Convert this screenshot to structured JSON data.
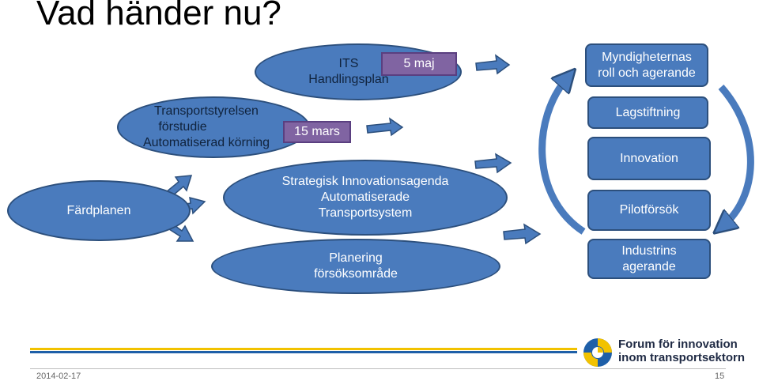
{
  "title": "Vad händer nu?",
  "nodes": {
    "fardplanen": "Färdplanen",
    "transportstyrelsen": [
      "Transportstyrelsen",
      "förstudie",
      "Automatiserad körning"
    ],
    "its": [
      "ITS",
      "Handlingsplan"
    ],
    "strategisk": [
      "Strategisk Innovationsagenda",
      "Automatiserade",
      "Transportsystem"
    ],
    "planering": [
      "Planering",
      "försöksområde"
    ]
  },
  "tags": {
    "mars": "15 mars",
    "maj": "5 maj"
  },
  "right_boxes": {
    "myndigheternas": [
      "Myndigheternas",
      "roll och agerande"
    ],
    "lagstiftning": "Lagstiftning",
    "innovation": "Innovation",
    "pilotforsok": "Pilotförsök",
    "industrins": [
      "Industrins",
      "agerande"
    ]
  },
  "footer": {
    "date": "2014-02-17",
    "page": "15",
    "brand": [
      "Forum för innovation",
      "inom transportsektorn"
    ]
  },
  "colors": {
    "shape_fill": "#4a7bbd",
    "tag_fill": "#8064a2",
    "gold_line": "#f2c200",
    "blue_line": "#1e5fa8"
  }
}
